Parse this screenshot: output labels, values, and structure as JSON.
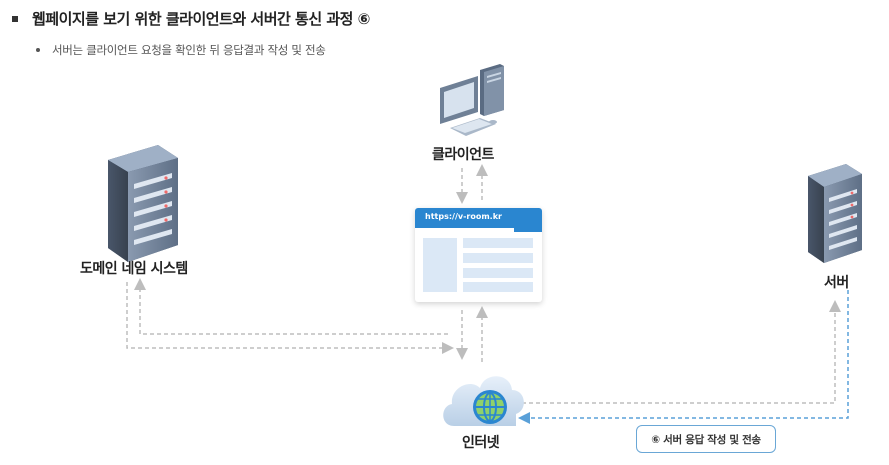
{
  "header": {
    "title": "웹페이지를 보기 위한 클라이언트와 서버간 통신 과정 ⑥",
    "subtitle": "서버는 클라이언트 요청을 확인한 뒤 응답결과 작성 및 전송"
  },
  "nodes": {
    "client": "클라이언트",
    "dns": "도메인 네임 시스템",
    "server": "서버",
    "internet": "인터넷"
  },
  "browser": {
    "url": "https://v-room.kr"
  },
  "step_badge": "⑥ 서버 응답 작성 및 전송",
  "colors": {
    "accent": "#2a86d0",
    "arrow_gray": "#bdbdbd",
    "arrow_blue": "#5aa0d8"
  }
}
